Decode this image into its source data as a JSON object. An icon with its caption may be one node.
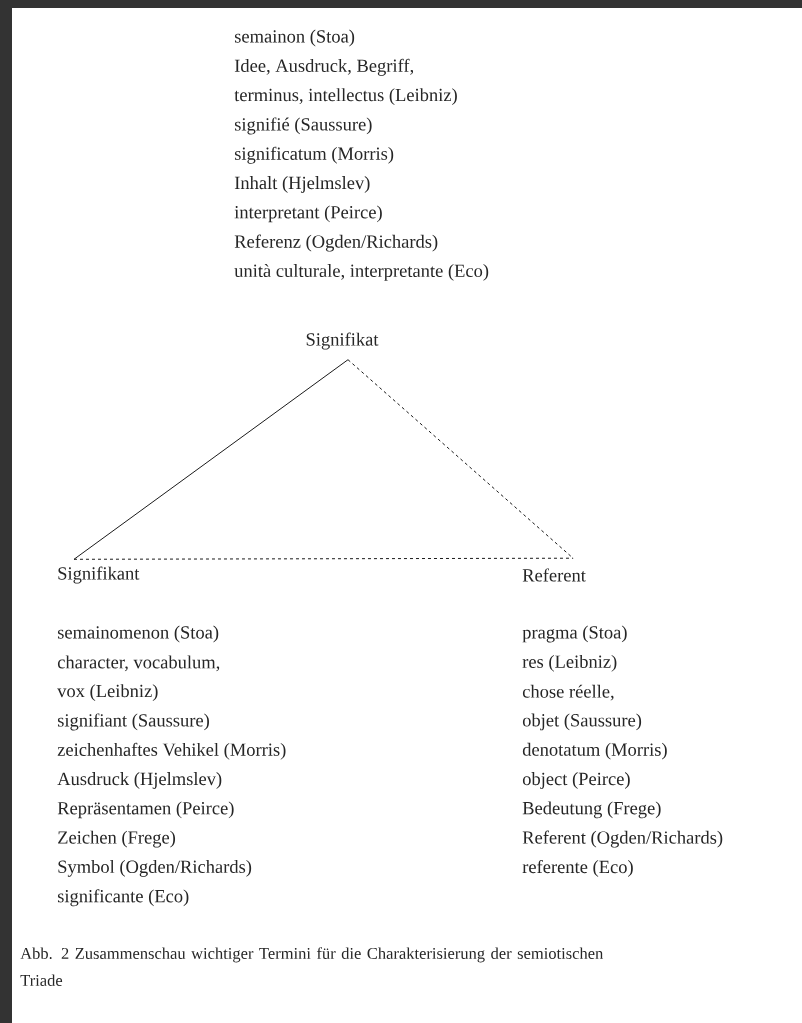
{
  "diagram": {
    "caption": "Abb. 2 Zusammenschau wichtiger Termini für die Charakterisierung der semiotischen Triade",
    "nodes": [
      {
        "text": [
          "Signifikat"
        ],
        "beside": [
          "semainon (Stoa)",
          "Idee, Ausdruck, Begriff,",
          "terminus, intellectus (Leibniz)",
          "signifié (Saussure)",
          "significatum (Morris)",
          "Inhalt (Hjelmslev)",
          "interpretant (Peirce)",
          "Referenz (Ogden/Richards)",
          "unità culturale, interpretante (Eco)"
        ]
      },
      {
        "text": [
          "Signifikant"
        ],
        "beside": [
          "semainomenon (Stoa)",
          "character, vocabulum,",
          "vox (Leibniz)",
          "signifiant (Saussure)",
          "zeichenhaftes Vehikel (Morris)",
          "Ausdruck (Hjelmslev)",
          "Repräsentamen (Peirce)",
          "Zeichen (Frege)",
          "Symbol (Ogden/Richards)",
          "significante (Eco)"
        ]
      },
      {
        "text": [
          "Referent"
        ],
        "beside": [
          "pragma (Stoa)",
          "res (Leibniz)",
          "chose réelle,",
          "objet (Saussure)",
          "denotatum (Morris)",
          "object (Peirce)",
          "Bedeutung (Frege)",
          "Referent (Ogden/Richards)",
          "referente (Eco)"
        ]
      }
    ],
    "edges": [
      {
        "from": 1,
        "to": 0,
        "arrow": "none"
      },
      {
        "from": 0,
        "to": 2,
        "arrow": "none",
        "style": "dashed"
      },
      {
        "from": 1,
        "to": 2,
        "arrow": "none",
        "style": "dashed"
      }
    ]
  }
}
